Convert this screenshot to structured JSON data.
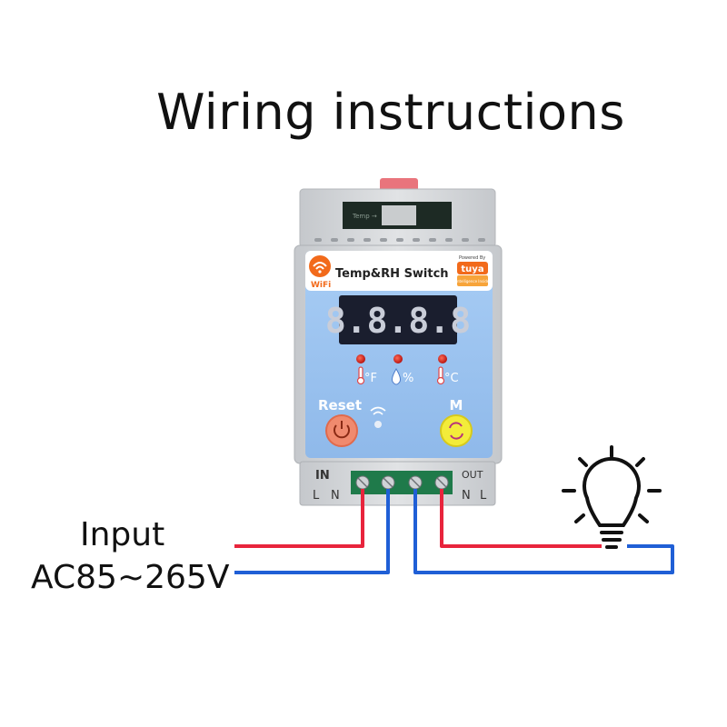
{
  "title": "Wiring instructions",
  "input": {
    "label": "Input",
    "voltage": "AC85~265V"
  },
  "device": {
    "name": "Temp&RH Switch",
    "wifi_label": "WiFi",
    "brand_top": "Powered By",
    "brand": "tuya",
    "brand_sub": "Intelligence Inside",
    "display": "8.8.8.8",
    "top_window_text": "Temp →",
    "indicators": [
      "°F",
      "%",
      "°C"
    ],
    "reset_label": "Reset",
    "mode_label": "M",
    "terminals": {
      "in_label": "IN",
      "out_label": "OUT",
      "in_pins": [
        "L",
        "N"
      ],
      "out_pins": [
        "N",
        "L"
      ]
    }
  },
  "wires": {
    "live_color": "#e8243c",
    "neutral_color": "#1f5fd6"
  },
  "colors": {
    "panel_blue": "#9fc4f0",
    "housing": "#d4d6d9",
    "brand_orange": "#f26a1b",
    "led_red": "#e3231f"
  },
  "icons": [
    "wifi-logo-icon",
    "thermometer-icon",
    "droplet-icon",
    "power-icon",
    "refresh-icon",
    "light-bulb-icon"
  ]
}
